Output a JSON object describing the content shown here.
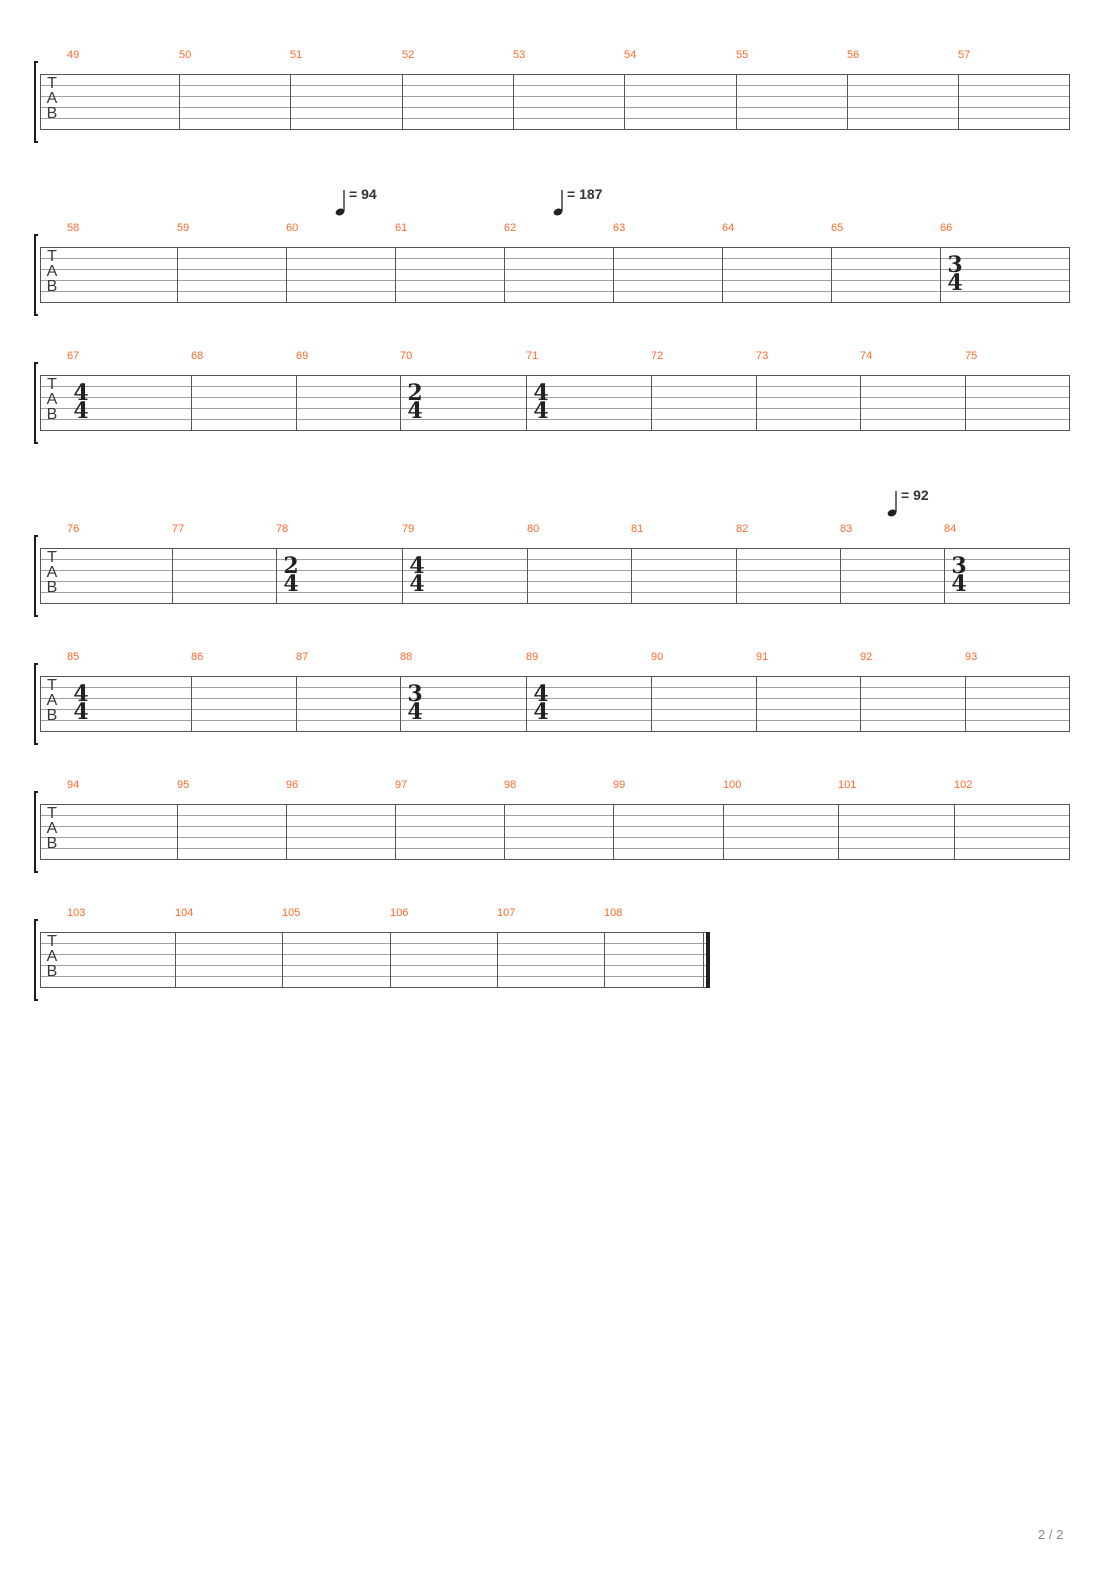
{
  "clef": [
    "T",
    "A",
    "B"
  ],
  "systems": [
    {
      "measures": [
        {
          "n": "49"
        },
        {
          "n": "50"
        },
        {
          "n": "51"
        },
        {
          "n": "52"
        },
        {
          "n": "53"
        },
        {
          "n": "54"
        },
        {
          "n": "55"
        },
        {
          "n": "56"
        },
        {
          "n": "57"
        }
      ],
      "tempos": []
    },
    {
      "measures": [
        {
          "n": "58"
        },
        {
          "n": "59"
        },
        {
          "n": "60"
        },
        {
          "n": "61"
        },
        {
          "n": "62"
        },
        {
          "n": "63"
        },
        {
          "n": "64"
        },
        {
          "n": "65"
        },
        {
          "n": "66",
          "ts": [
            "3",
            "4"
          ]
        }
      ],
      "tempos": [
        {
          "measure": "60",
          "text": "= 94"
        },
        {
          "measure": "62",
          "text": "= 187"
        }
      ]
    },
    {
      "measures": [
        {
          "n": "67",
          "ts": [
            "4",
            "4"
          ]
        },
        {
          "n": "68"
        },
        {
          "n": "69"
        },
        {
          "n": "70",
          "ts": [
            "2",
            "4"
          ]
        },
        {
          "n": "71",
          "ts": [
            "4",
            "4"
          ]
        },
        {
          "n": "72"
        },
        {
          "n": "73"
        },
        {
          "n": "74"
        },
        {
          "n": "75"
        }
      ],
      "tempos": []
    },
    {
      "measures": [
        {
          "n": "76"
        },
        {
          "n": "77"
        },
        {
          "n": "78",
          "ts": [
            "2",
            "4"
          ]
        },
        {
          "n": "79",
          "ts": [
            "4",
            "4"
          ]
        },
        {
          "n": "80"
        },
        {
          "n": "81"
        },
        {
          "n": "82"
        },
        {
          "n": "83"
        },
        {
          "n": "84",
          "ts": [
            "3",
            "4"
          ]
        }
      ],
      "tempos": [
        {
          "measure": "83",
          "text": "= 92"
        }
      ]
    },
    {
      "measures": [
        {
          "n": "85",
          "ts": [
            "4",
            "4"
          ]
        },
        {
          "n": "86"
        },
        {
          "n": "87"
        },
        {
          "n": "88",
          "ts": [
            "3",
            "4"
          ]
        },
        {
          "n": "89",
          "ts": [
            "4",
            "4"
          ]
        },
        {
          "n": "90"
        },
        {
          "n": "91"
        },
        {
          "n": "92"
        },
        {
          "n": "93"
        }
      ],
      "tempos": []
    },
    {
      "measures": [
        {
          "n": "94"
        },
        {
          "n": "95"
        },
        {
          "n": "96"
        },
        {
          "n": "97"
        },
        {
          "n": "98"
        },
        {
          "n": "99"
        },
        {
          "n": "100"
        },
        {
          "n": "101"
        },
        {
          "n": "102"
        }
      ],
      "tempos": []
    },
    {
      "measures": [
        {
          "n": "103"
        },
        {
          "n": "104"
        },
        {
          "n": "105"
        },
        {
          "n": "106"
        },
        {
          "n": "107"
        },
        {
          "n": "108"
        }
      ],
      "tempos": [],
      "final_barline": true
    }
  ],
  "footer": {
    "page": "2 / 2"
  },
  "colors": {
    "measure_number": "#ff6a2a",
    "staff": "#a0a0a0",
    "barline": "#555555"
  }
}
